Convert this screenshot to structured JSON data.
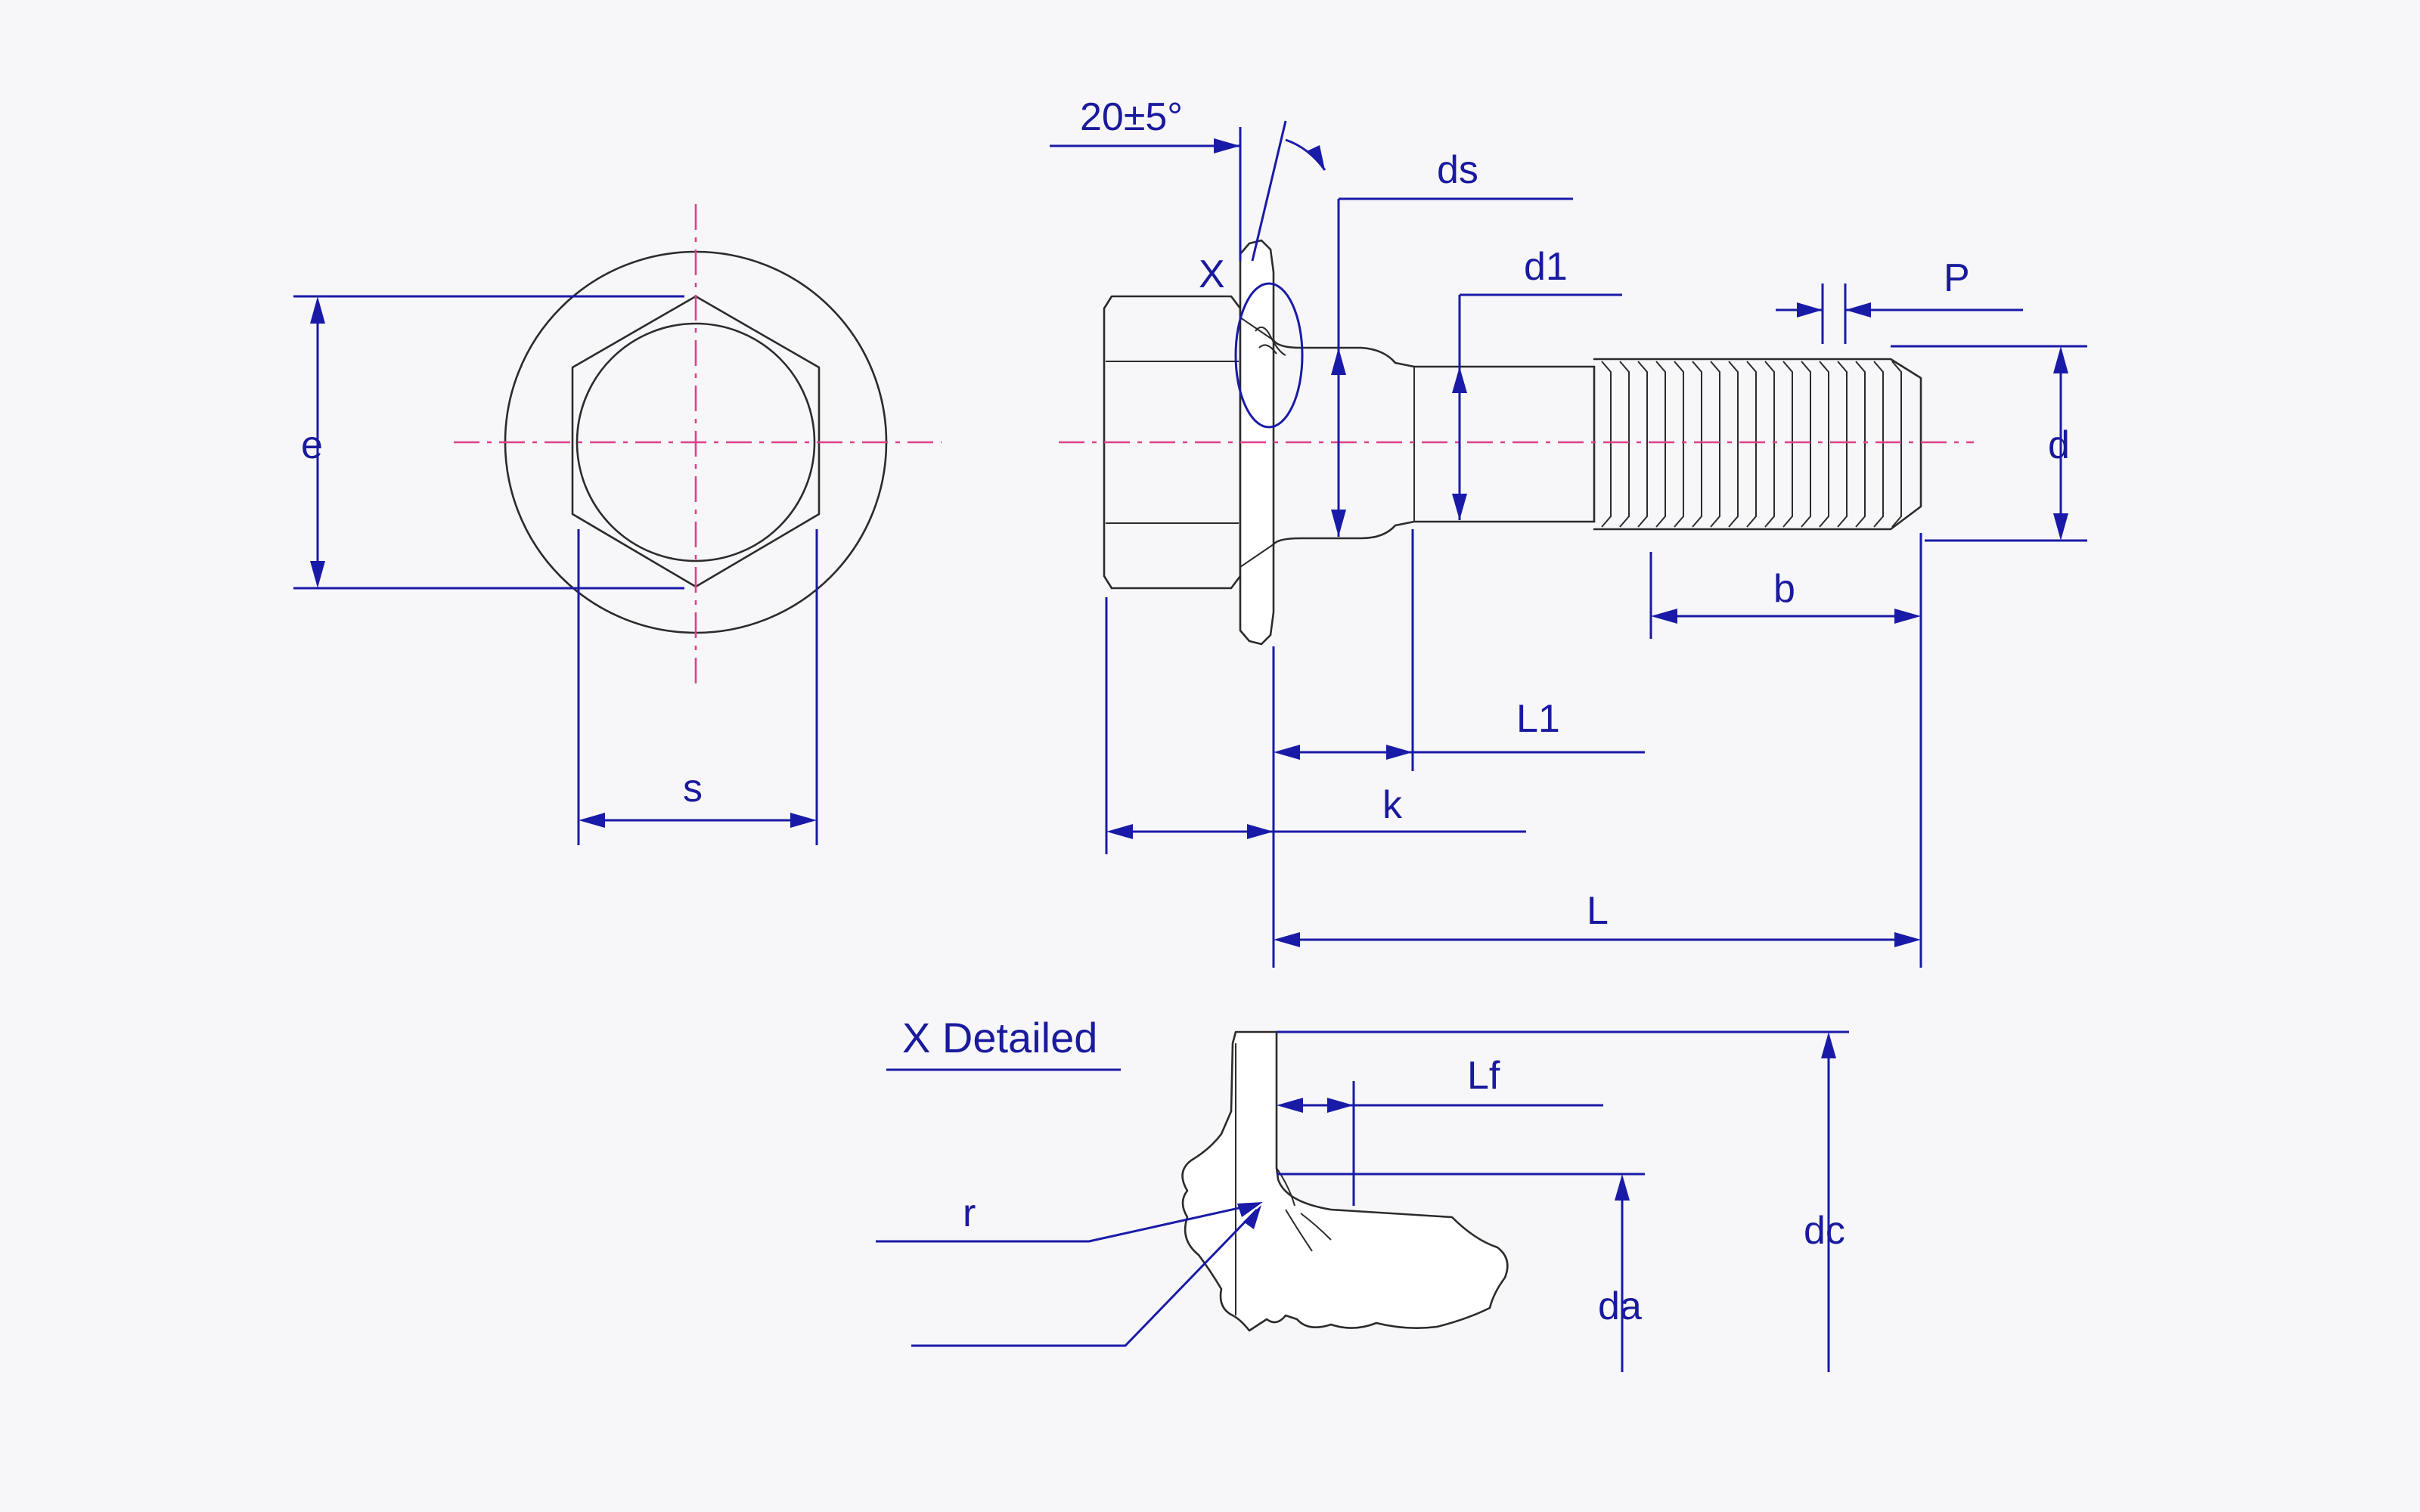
{
  "labels": {
    "e": "e",
    "s": "s",
    "angle": "20±5°",
    "x_marker": "X",
    "ds": "ds",
    "d1": "d1",
    "p": "P",
    "d": "d",
    "b": "b",
    "l1": "L1",
    "k": "k",
    "l": "L",
    "detail_title": "X Detailed",
    "lf": "Lf",
    "r": "r",
    "dc": "dc",
    "da": "da"
  },
  "colors": {
    "dimension": "#1a1aa8",
    "centerline": "#e0408a",
    "outline": "#2b2b2b"
  }
}
